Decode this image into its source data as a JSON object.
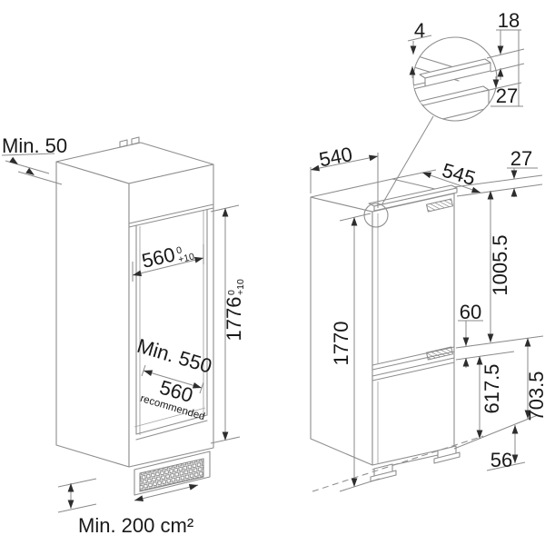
{
  "page": {
    "background": "#ffffff",
    "description": "Built-in appliance installation dimension drawing"
  },
  "colors": {
    "line": "#8e8e8e",
    "text": "#191919",
    "arrow": "#2d2d2d"
  },
  "cabinet": {
    "top_clearance": "Min. 50",
    "niche_width": "560",
    "niche_width_tol_upper": "0",
    "niche_width_tol_lower": "+10",
    "niche_height": "1776",
    "niche_height_tol_upper": "0",
    "niche_height_tol_lower": "+10",
    "niche_depth_min": "Min. 550",
    "niche_depth_recommended": "560",
    "niche_depth_recommended_note": "recommended",
    "vent_area": "Min. 200 cm²"
  },
  "appliance": {
    "depth": "540",
    "width": "545",
    "top_rail_offset": "27",
    "upper_door_height": "1005.5",
    "door_gap": "60",
    "total_height": "1770",
    "lower_door_height": "617.5",
    "lower_section_height": "703.5",
    "plinth_height": "56"
  },
  "detail": {
    "door_gap": "4",
    "rail_height": "18",
    "rail_to_door": "27"
  }
}
